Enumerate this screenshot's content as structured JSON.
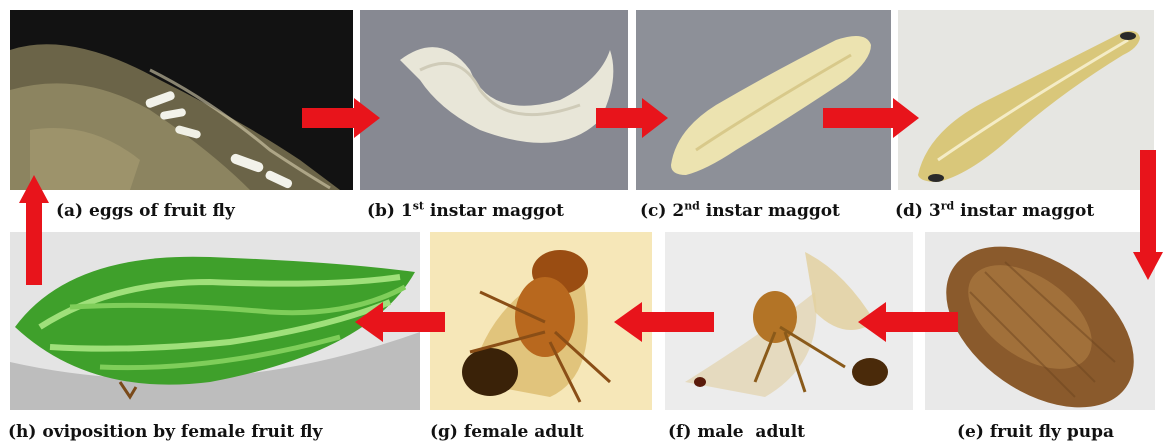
{
  "stages": {
    "a": {
      "label": "(a) eggs of fruit fly"
    },
    "b": {
      "prefix": "(b) 1",
      "sup": "st",
      "suffix": " instar maggot"
    },
    "c": {
      "prefix": "(c) 2",
      "sup": "nd",
      "suffix": " instar maggot"
    },
    "d": {
      "prefix": "(d) 3",
      "sup": "rd",
      "suffix": " instar maggot"
    },
    "e": {
      "label": "(e) fruit fly pupa"
    },
    "f": {
      "label": "(f) male  adult"
    },
    "g": {
      "label": "(g) female adult"
    },
    "h": {
      "label": "(h) oviposition by female fruit fly"
    }
  },
  "colors": {
    "arrow": "#e8141b",
    "leaf_green": "#3fa02b",
    "pupa_brown": "#8a5a2c"
  }
}
